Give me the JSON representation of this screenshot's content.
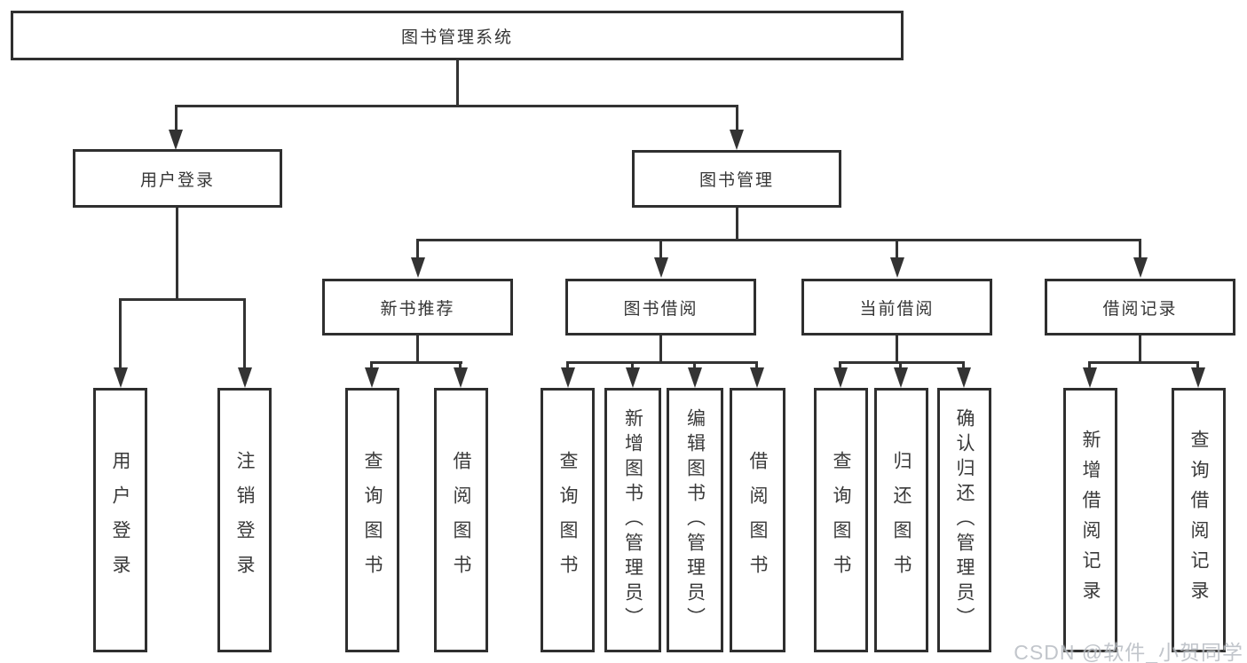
{
  "nodes": {
    "root": {
      "label": "图书管理系统"
    },
    "user_login": {
      "label": "用户登录",
      "children": [
        {
          "label": "用户登录"
        },
        {
          "label": "注销登录"
        }
      ]
    },
    "book_mgmt": {
      "label": "图书管理",
      "children": [
        {
          "label": "新书推荐",
          "children": [
            {
              "label": "查询图书"
            },
            {
              "label": "借阅图书"
            }
          ]
        },
        {
          "label": "图书借阅",
          "children": [
            {
              "label": "查询图书"
            },
            {
              "label": "新增图书（管理员）"
            },
            {
              "label": "编辑图书（管理员）"
            },
            {
              "label": "借阅图书"
            }
          ]
        },
        {
          "label": "当前借阅",
          "children": [
            {
              "label": "查询图书"
            },
            {
              "label": "归还图书"
            },
            {
              "label": "确认归还（管理员）"
            }
          ]
        },
        {
          "label": "借阅记录",
          "children": [
            {
              "label": "新增借阅记录"
            },
            {
              "label": "查询借阅记录"
            }
          ]
        }
      ]
    }
  },
  "watermark": "CSDN @软件_小贺同学",
  "colors": {
    "line": "#333333",
    "border": "#2f2f2f",
    "text": "#363636",
    "background": "#ffffff",
    "watermark": "#b7bcc2"
  }
}
